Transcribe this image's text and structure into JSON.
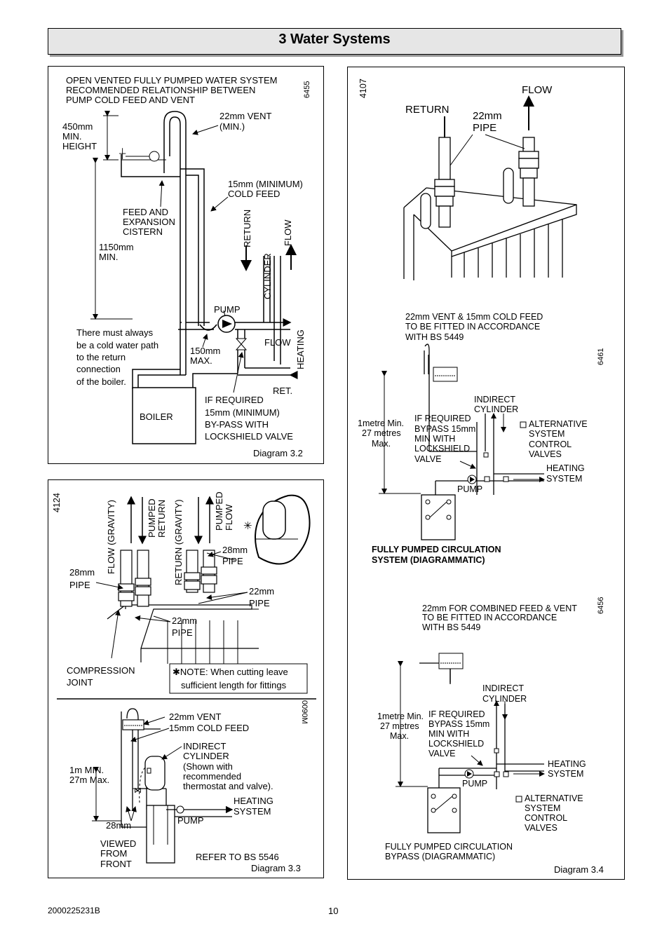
{
  "title": "3 Water Systems",
  "footer": {
    "doc_code": "2000225231B",
    "page": "10"
  },
  "d32": {
    "ref": "6455",
    "heading": [
      "OPEN VENTED FULLY PUMPED WATER SYSTEM",
      "RECOMMENDED RELATIONSHIP BETWEEN",
      "PUMP COLD FEED AND VENT"
    ],
    "vent": [
      "22mm VENT",
      "(MIN.)"
    ],
    "min_height": [
      "450mm",
      "MIN.",
      "HEIGHT"
    ],
    "cold_feed": [
      "15mm (MINIMUM)",
      "COLD FEED"
    ],
    "cistern": [
      "FEED AND",
      "EXPANSION",
      "CISTERN"
    ],
    "min_1150": [
      "1150mm",
      "MIN."
    ],
    "return": "RETURN",
    "cylinder": "CYLINDER",
    "flow_v": "FLOW",
    "pump": "PUMP",
    "note": [
      "There must always",
      "be a cold water path",
      "to the return",
      "connection",
      "of the boiler."
    ],
    "max150": [
      "150mm",
      "MAX."
    ],
    "flow": "FLOW",
    "heating": "HEATING",
    "ret": "RET.",
    "boiler": "BOILER",
    "bypass": [
      "IF REQUIRED",
      "15mm (MINIMUM)",
      "BY-PASS WITH",
      "LOCKSHIELD VALVE"
    ],
    "caption": "Diagram 3.2"
  },
  "d33": {
    "ref": "4124",
    "flow_gravity": "FLOW (GRAVITY)",
    "pumped_return": [
      "PUMPED",
      "RETURN"
    ],
    "return_gravity": "RETURN (GRAVITY)",
    "pumped_flow": [
      "PUMPED",
      "FLOW"
    ],
    "pipe28_a": [
      "28mm",
      "PIPE"
    ],
    "pipe28_b": [
      "28mm",
      "PIPE"
    ],
    "pipe22_a": [
      "22mm",
      "PIPE"
    ],
    "pipe22_b": [
      "22mm",
      "PIPE"
    ],
    "compression": [
      "COMPRESSION",
      "JOINT"
    ],
    "note": [
      "✱NOTE: When cutting leave",
      "sufficient length for fittings"
    ],
    "ref2": "0090M",
    "vent_feed": [
      "22mm VENT",
      "15mm COLD FEED"
    ],
    "indirect": [
      "INDIRECT",
      "CYLINDER",
      "(Shown with",
      "recommended",
      "thermostat and valve)."
    ],
    "one_m": [
      "1m MIN.",
      "27m Max."
    ],
    "heating_system": [
      "HEATING",
      "SYSTEM"
    ],
    "pump": "PUMP",
    "mm28": "28mm",
    "viewed": [
      "VIEWED",
      "FROM",
      "FRONT"
    ],
    "refer": "REFER TO BS 5546",
    "caption": "Diagram 3.3"
  },
  "d34": {
    "ref": "4107",
    "flow": "FLOW",
    "return": "RETURN",
    "pipe22": [
      "22mm",
      "PIPE"
    ],
    "note1": [
      "22mm VENT & 15mm COLD FEED",
      "TO BE FITTED IN ACCORDANCE",
      "WITH BS 5449"
    ],
    "ref2": "6461",
    "indirect": [
      "INDIRECT",
      "CYLINDER"
    ],
    "metre": [
      "1metre Min.",
      "27 metres",
      "Max."
    ],
    "bypass": [
      "IF REQUIRED",
      "BYPASS 15mm",
      "MIN WITH",
      "LOCKSHIELD",
      "VALVE"
    ],
    "alt": [
      "ALTERNATIVE",
      "SYSTEM",
      "CONTROL",
      "VALVES"
    ],
    "heating": [
      "HEATING",
      "SYSTEM"
    ],
    "pump": "PUMP",
    "fully": [
      "FULLY PUMPED CIRCULATION",
      "SYSTEM (DIAGRAMMATIC)"
    ],
    "ref3": "6456",
    "note2": [
      "22mm FOR COMBINED FEED & VENT",
      "TO BE FITTED IN ACCORDANCE",
      "WITH BS 5449"
    ],
    "indirect2": [
      "INDIRECT",
      "CYLINDER"
    ],
    "metre2": [
      "1metre Min.",
      "27 metres",
      "Max."
    ],
    "bypass2": [
      "IF REQUIRED",
      "BYPASS 15mm",
      "MIN WITH",
      "LOCKSHIELD",
      "VALVE"
    ],
    "heating2": [
      "HEATING",
      "SYSTEM"
    ],
    "pump2": "PUMP",
    "alt2": [
      "ALTERNATIVE",
      "SYSTEM",
      "CONTROL",
      "VALVES"
    ],
    "fully2": [
      "FULLY PUMPED CIRCULATION",
      "BYPASS (DIAGRAMMATIC)"
    ],
    "caption": "Diagram 3.4"
  }
}
